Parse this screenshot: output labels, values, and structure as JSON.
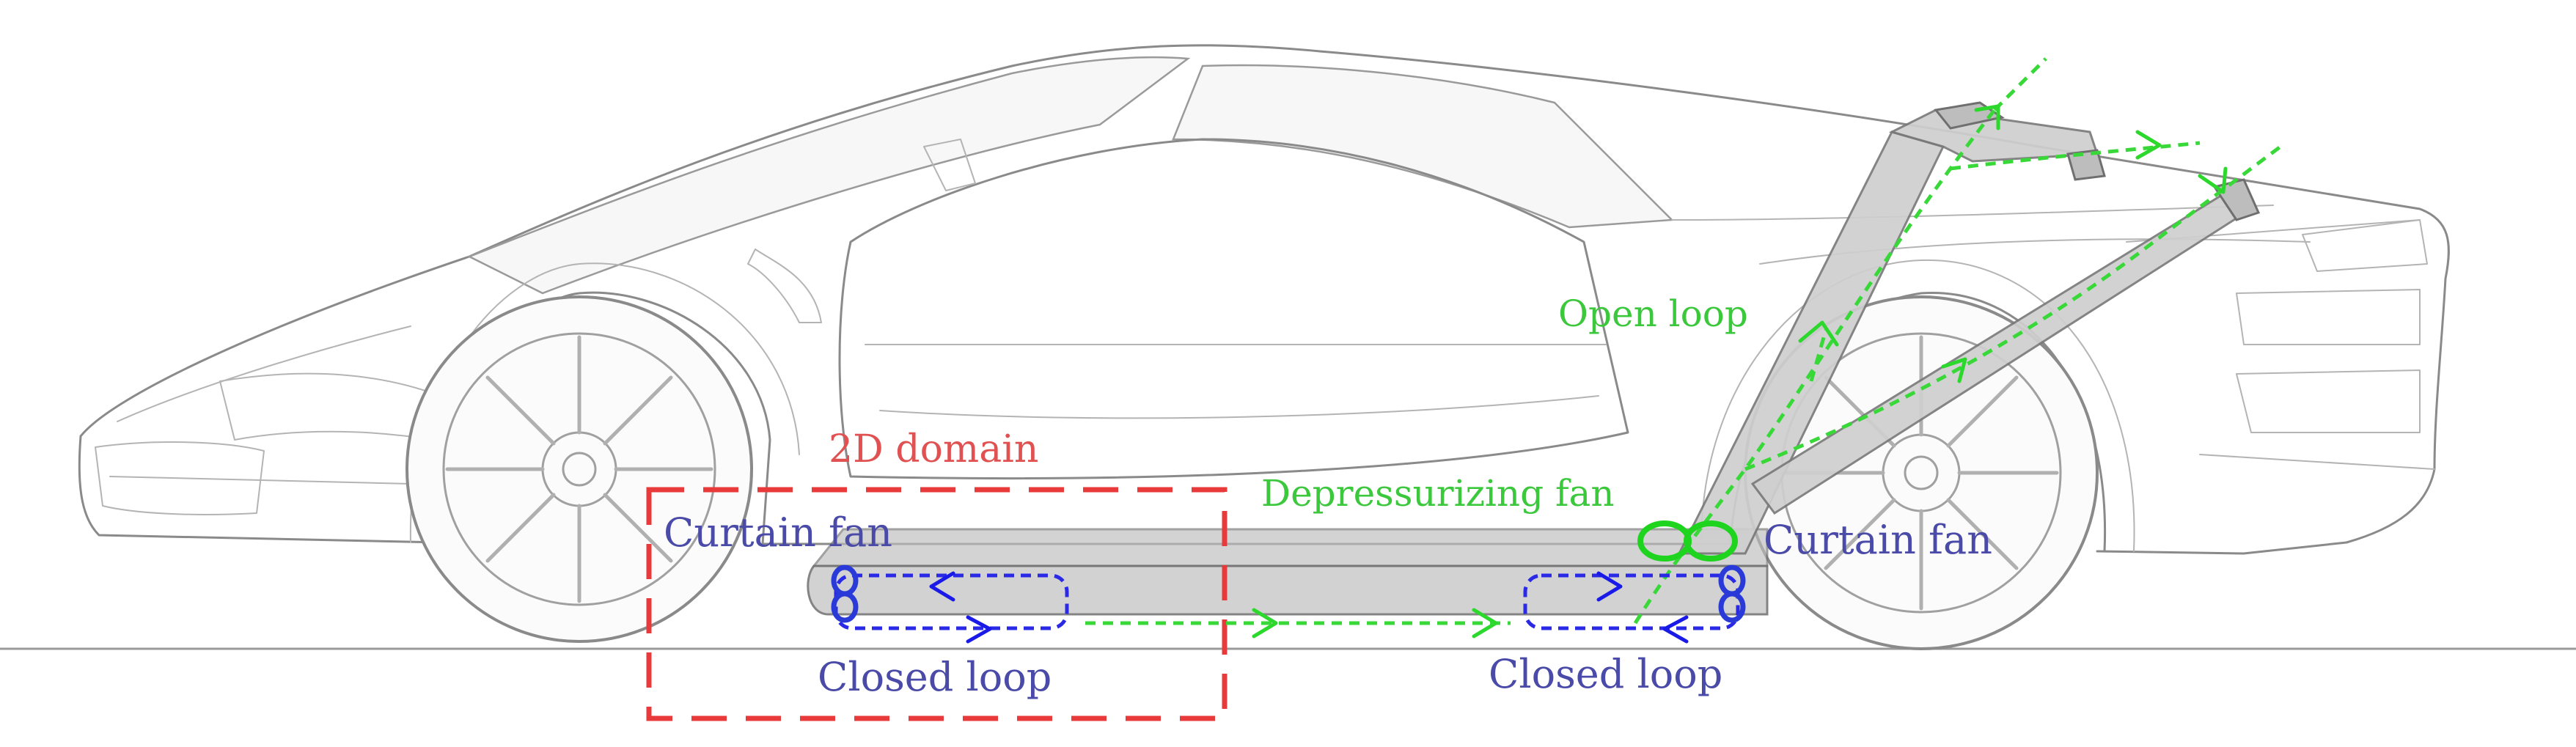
{
  "labels": {
    "domain": "2D domain",
    "open_loop": "Open loop",
    "depressurizing_fan": "Depressurizing fan",
    "curtain_fan_left": "Curtain fan",
    "curtain_fan_right": "Curtain fan",
    "closed_loop_left": "Closed loop",
    "closed_loop_right": "Closed loop"
  },
  "colors": {
    "domain": "#e83a3a",
    "open_loop": "#39d839",
    "closed_loop": "#2a2ae6",
    "label_blue": "#4a4aa8",
    "label_green": "#3cc83c",
    "label_red": "#e05252"
  },
  "icons": [
    "fan-icon",
    "arrow-icon"
  ]
}
